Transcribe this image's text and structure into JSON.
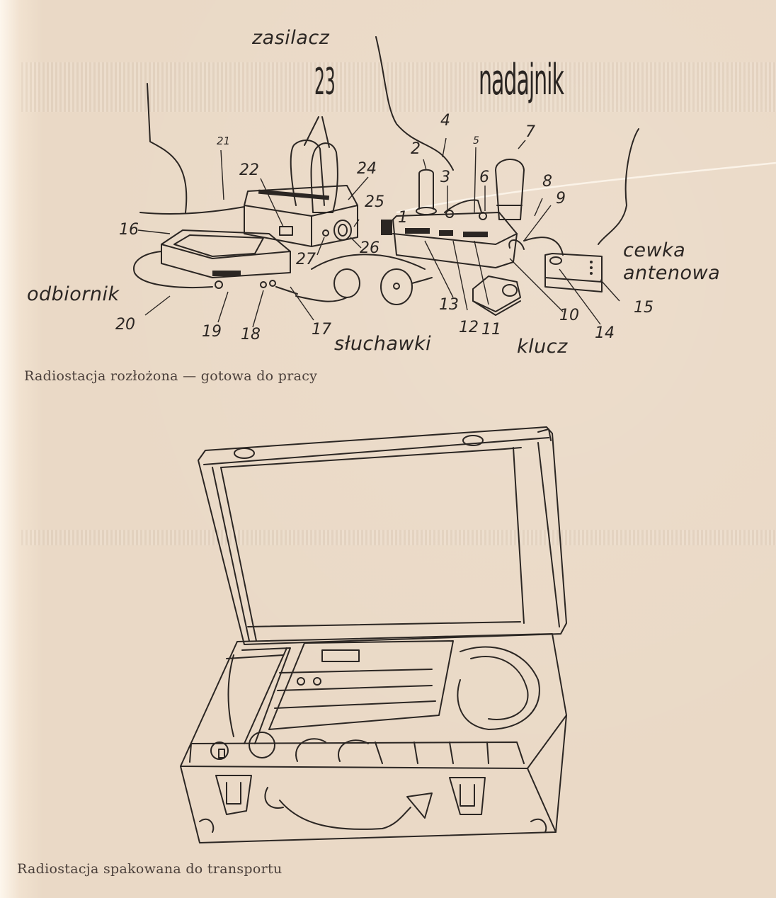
{
  "figure1": {
    "group_labels": {
      "power_supply": "zasilacz",
      "transmitter": "nadajnik",
      "receiver": "odbiornik",
      "headphones": "słuchawki",
      "key": "klucz",
      "antenna_coil_line1": "cewka",
      "antenna_coil_line2": "antenowa"
    },
    "callouts": [
      "1",
      "2",
      "3",
      "4",
      "5",
      "6",
      "7",
      "8",
      "9",
      "10",
      "11",
      "12",
      "13",
      "14",
      "15",
      "16",
      "17",
      "18",
      "19",
      "20",
      "21",
      "22",
      "23",
      "24",
      "25",
      "26",
      "27"
    ],
    "caption": "Radiostacja rozłożona — gotowa do pracy"
  },
  "figure2": {
    "caption": "Radiostacja spakowana do transportu"
  }
}
